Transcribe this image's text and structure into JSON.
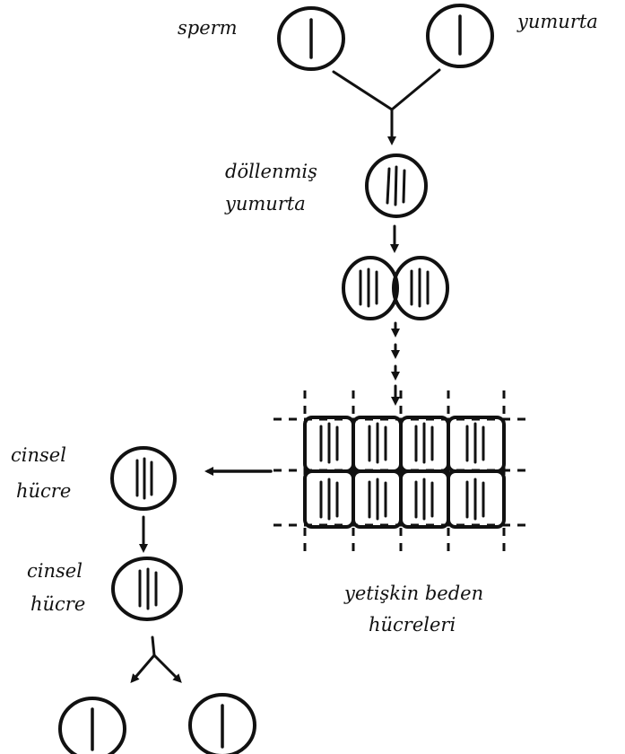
{
  "labels": {
    "sperm": "sperm",
    "egg": "yumurta",
    "fertilized_line1": "döllenmiş",
    "fertilized_line2": "yumurta",
    "germ_cell_1_line1": "cinsel",
    "germ_cell_1_line2": "hücre",
    "germ_cell_2_line1": "cinsel",
    "germ_cell_2_line2": "hücre",
    "body_cells_line1": "yetişkin beden",
    "body_cells_line2": "hücreleri"
  },
  "colors": {
    "ink": "#111111",
    "background": "#ffffff"
  }
}
